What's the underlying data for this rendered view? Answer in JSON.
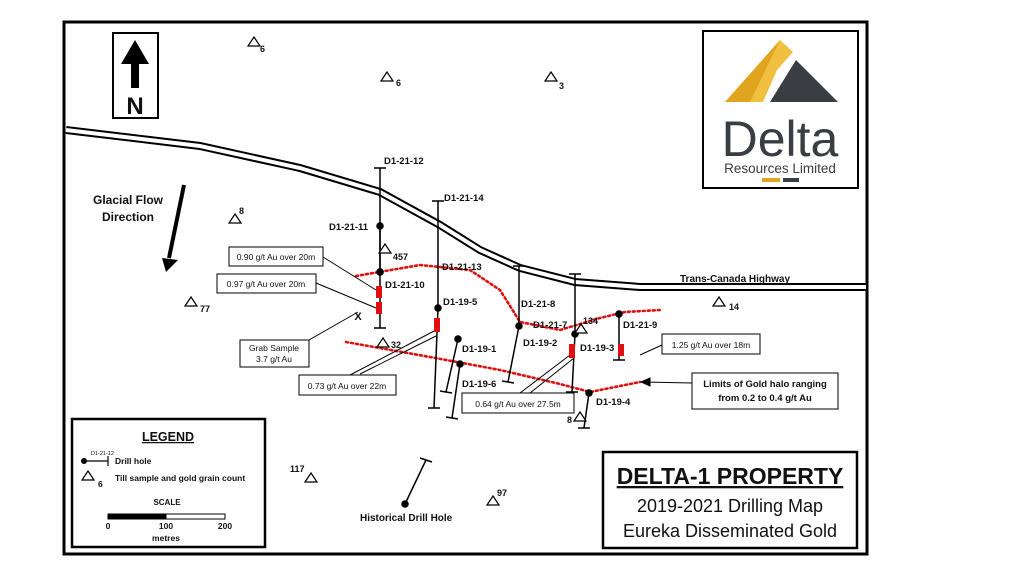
{
  "north_label": "N",
  "logo": {
    "name": "Delta",
    "subtitle": "Resources Limited",
    "colors": {
      "gold": "#e0a41e",
      "dark": "#3a3d42"
    }
  },
  "highway": {
    "label": "Trans-Canada Highway"
  },
  "glacial_flow": {
    "line1": "Glacial Flow",
    "line2": "Direction"
  },
  "till_samples": [
    {
      "id": "t1",
      "value": "6"
    },
    {
      "id": "t2",
      "value": "6"
    },
    {
      "id": "t3",
      "value": "3"
    },
    {
      "id": "t4",
      "value": "8"
    },
    {
      "id": "t5",
      "value": "457"
    },
    {
      "id": "t6",
      "value": "77"
    },
    {
      "id": "t7",
      "value": "32"
    },
    {
      "id": "t8",
      "value": "134"
    },
    {
      "id": "t9",
      "value": "14"
    },
    {
      "id": "t10",
      "value": "8"
    },
    {
      "id": "t11",
      "value": "117"
    },
    {
      "id": "t12",
      "value": "97"
    }
  ],
  "drill_holes": [
    {
      "id": "h12",
      "label": "D1-21-12"
    },
    {
      "id": "h11",
      "label": "D1-21-11"
    },
    {
      "id": "h10",
      "label": "D1-21-10"
    },
    {
      "id": "h14",
      "label": "D1-21-14"
    },
    {
      "id": "h13",
      "label": "D1-21-13"
    },
    {
      "id": "h5",
      "label": "D1-19-5"
    },
    {
      "id": "h1",
      "label": "D1-19-1"
    },
    {
      "id": "h6",
      "label": "D1-19-6"
    },
    {
      "id": "h8",
      "label": "D1-21-8"
    },
    {
      "id": "h7",
      "label": "D1-21-7"
    },
    {
      "id": "h2",
      "label": "D1-19-2"
    },
    {
      "id": "h3",
      "label": "D1-19-3"
    },
    {
      "id": "h9",
      "label": "D1-21-9"
    },
    {
      "id": "h4",
      "label": "D1-19-4"
    }
  ],
  "grab_sample": {
    "marker": "X",
    "line1": "Grab Sample",
    "line2": "3.7 g/t Au"
  },
  "callouts": [
    {
      "id": "c1",
      "text": "0.90 g/t Au over 20m"
    },
    {
      "id": "c2",
      "text": "0.97 g/t Au over 20m"
    },
    {
      "id": "c3",
      "text": "0.73 g/t Au over 22m"
    },
    {
      "id": "c4",
      "text": "0.64 g/t Au over 27.5m"
    },
    {
      "id": "c5",
      "text": "1.25 g/t Au over 18m"
    }
  ],
  "gold_halo": {
    "line1": "Limits of Gold halo ranging",
    "line2": "from 0.2 to 0.4 g/t Au",
    "color": "#e01010"
  },
  "historical_hole": {
    "label": "Historical Drill Hole"
  },
  "legend": {
    "title": "LEGEND",
    "drill_sample": "D1-21-12",
    "drill_label": "Drill hole",
    "till_sample_value": "6",
    "till_label": "Till sample and gold grain count",
    "scale_title": "SCALE",
    "scale_ticks": [
      "0",
      "100",
      "200"
    ],
    "scale_unit": "metres"
  },
  "title_block": {
    "title": "DELTA-1 PROPERTY",
    "line2": "2019-2021 Drilling Map",
    "line3": "Eureka Disseminated Gold"
  }
}
